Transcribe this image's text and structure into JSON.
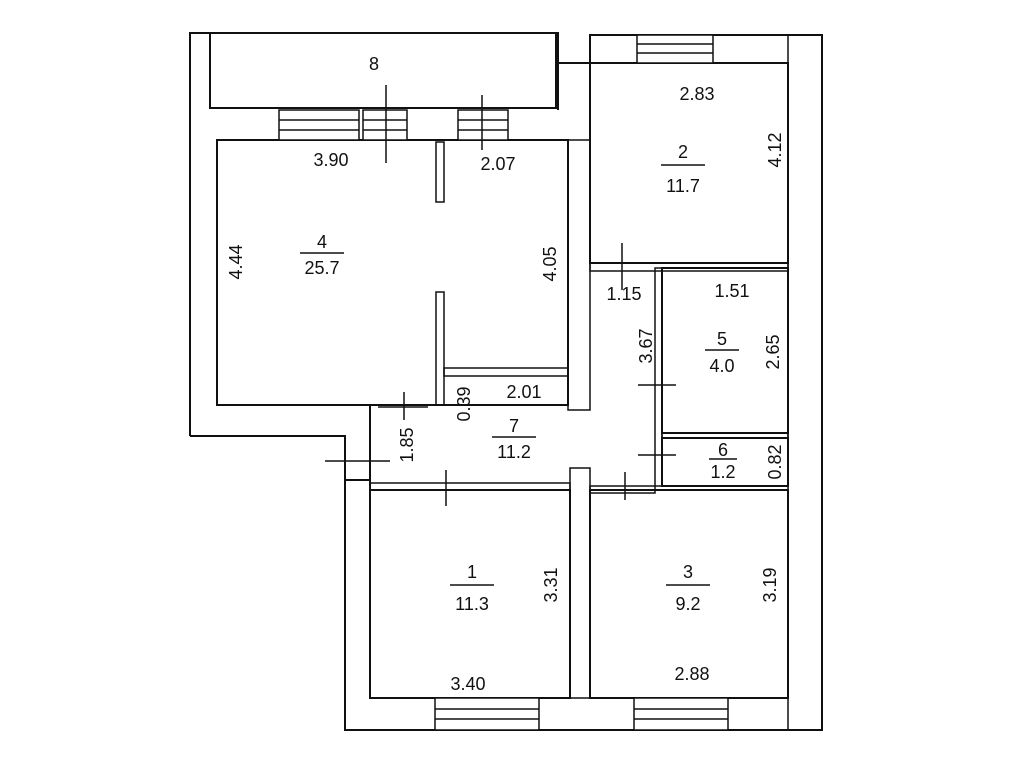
{
  "rooms": [
    {
      "id": "1",
      "area": "11.3"
    },
    {
      "id": "2",
      "area": "11.7"
    },
    {
      "id": "3",
      "area": "9.2"
    },
    {
      "id": "4",
      "area": "25.7"
    },
    {
      "id": "5",
      "area": "4.0"
    },
    {
      "id": "6",
      "area": "1.2"
    },
    {
      "id": "7",
      "area": "11.2"
    },
    {
      "id": "8",
      "area": ""
    }
  ],
  "dimensions": {
    "room8": [],
    "room4": [
      "3.90",
      "2.07",
      "4.44",
      "4.05"
    ],
    "room2": [
      "2.83",
      "4.12"
    ],
    "room5": [
      "1.51",
      "2.65"
    ],
    "room6": [
      "0.82"
    ],
    "room7": [
      "0.39",
      "2.01",
      "1.85",
      "1.15",
      "3.67"
    ],
    "room1": [
      "3.31",
      "3.40"
    ],
    "room3": [
      "3.19",
      "2.88"
    ]
  },
  "colors": {
    "line": "#111111",
    "background": "#ffffff"
  }
}
